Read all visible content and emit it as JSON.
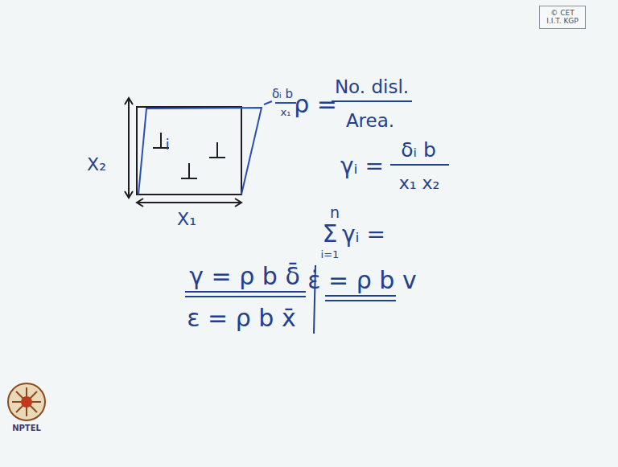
{
  "diagram": {
    "nodes": [
      {
        "text": [
          "© CET I.I.T. KGP"
        ]
      }
    ],
    "labels": [
      "X₂",
      "X₁",
      "i",
      "δᵢ b",
      "x₁",
      "ρ =",
      "No. disl.",
      "Area.",
      "γᵢ =",
      "δᵢ b",
      "x₁ x₂",
      "n",
      "Σ",
      "i=1",
      "γᵢ =",
      "γ = ρ b δ̄",
      "ε = ρ b x̄",
      "ε̇ = ρ b v",
      "NPTEL"
    ]
  }
}
